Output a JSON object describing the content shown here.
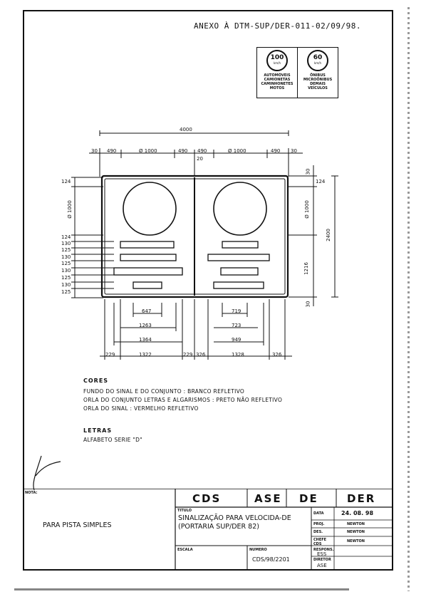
{
  "annex": "ANEXO À DTM-SUP/DER-011-02/09/98.",
  "legend": {
    "left": {
      "speed": "100",
      "unit": "km/h",
      "lines": [
        "AUTOMÓVEIS",
        "CAMIONETAS",
        "CAMINHONETES",
        "MOTOS"
      ]
    },
    "right": {
      "speed": "60",
      "unit": "km/h",
      "lines": [
        "ÔNIBUS",
        "MICROÔNIBUS",
        "DEMAIS",
        "VEÍCULOS"
      ]
    }
  },
  "dimensions": {
    "total_width": "4000",
    "top_row": [
      "30",
      "490",
      "Ø 1000",
      "490",
      "490",
      "Ø 1000",
      "490",
      "30"
    ],
    "top_gap": "20",
    "left_stack": [
      "124",
      "Ø 1000",
      "124",
      "130",
      "125",
      "130",
      "125",
      "130",
      "125",
      "130",
      "125"
    ],
    "right_stack": [
      "30",
      "124",
      "Ø 1000",
      "1216",
      "30"
    ],
    "total_height": "2400",
    "bottom_left": [
      "647",
      "1263",
      "1364",
      "229",
      "1322",
      "229"
    ],
    "bottom_right": [
      "719",
      "723",
      "949",
      "326",
      "1328",
      "326"
    ]
  },
  "notes": {
    "cores_title": "CORES",
    "cores_lines": [
      "FUNDO DO SINAL E DO CONJUNTO : BRANCO REFLETIVO",
      "ORLA DO CONJUNTO LETRAS E ALGARISMOS : PRETO NÃO REFLETIVO",
      "ORLA DO SINAL : VERMELHO REFLETIVO"
    ],
    "letras_title": "LETRAS",
    "letras_line": "ALFABETO SERIE \"D\""
  },
  "title_block": {
    "nota_label": "NOTA:",
    "nota_text": "PARA PISTA SIMPLES",
    "header": [
      "CDS",
      "ASE",
      "DE",
      "DER"
    ],
    "titulo_label": "TITULO",
    "titulo_text": "SINALIZAÇÃO PARA VELOCIDA-DE (PORTARIA SUP/DER 82)",
    "escala_label": "ESCALA",
    "numero_label": "NUMERO",
    "numero_value": "CDS/98/2201",
    "rows": [
      {
        "label": "DATA",
        "value": "24. 08. 98"
      },
      {
        "label": "PROJ.",
        "value": "NEWTON"
      },
      {
        "label": "DES.",
        "value": "NEWTON"
      },
      {
        "label": "CHEFE CDS",
        "value": "NEWTON"
      },
      {
        "label": "RESPONS.",
        "value": "ESS"
      },
      {
        "label": "DIRETOR",
        "value": "ASE"
      }
    ]
  }
}
